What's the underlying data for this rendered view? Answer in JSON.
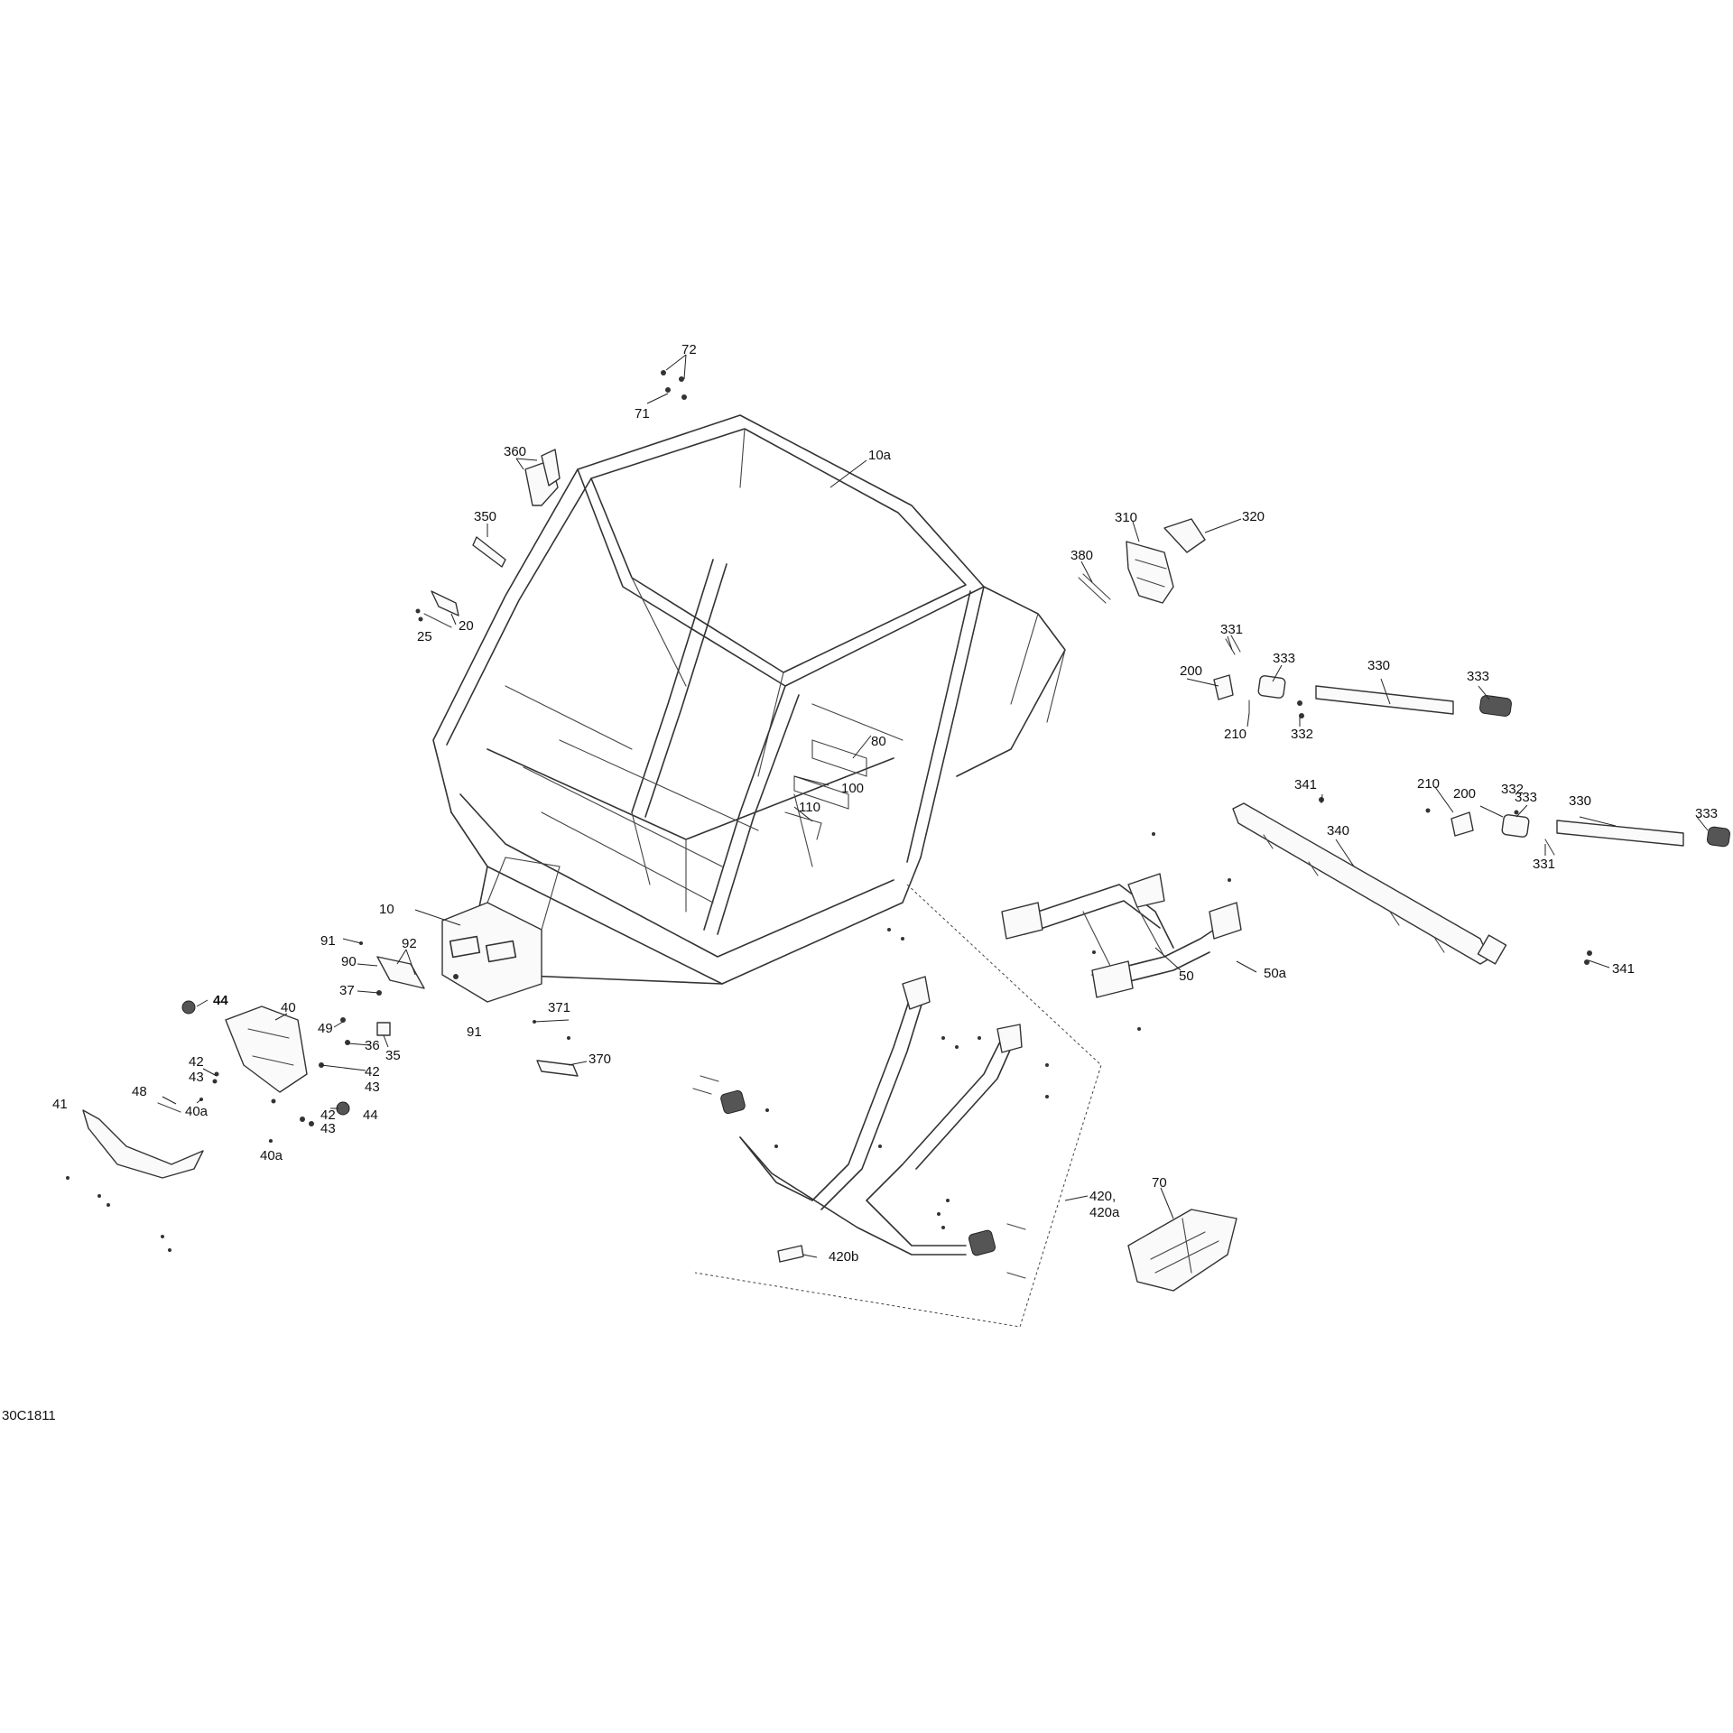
{
  "diagram": {
    "code": "30C1811",
    "callouts": [
      {
        "id": "c72",
        "text": "72"
      },
      {
        "id": "c71",
        "text": "71"
      },
      {
        "id": "c360",
        "text": "360"
      },
      {
        "id": "c10a",
        "text": "10a"
      },
      {
        "id": "c350",
        "text": "350"
      },
      {
        "id": "c310",
        "text": "310"
      },
      {
        "id": "c320",
        "text": "320"
      },
      {
        "id": "c380",
        "text": "380"
      },
      {
        "id": "c25",
        "text": "25"
      },
      {
        "id": "c20",
        "text": "20"
      },
      {
        "id": "c331a",
        "text": "331"
      },
      {
        "id": "c333a",
        "text": "333"
      },
      {
        "id": "c330a",
        "text": "330"
      },
      {
        "id": "c333b",
        "text": "333"
      },
      {
        "id": "c200a",
        "text": "200"
      },
      {
        "id": "c210a",
        "text": "210"
      },
      {
        "id": "c332a",
        "text": "332"
      },
      {
        "id": "c80",
        "text": "80"
      },
      {
        "id": "c100",
        "text": "100"
      },
      {
        "id": "c110",
        "text": "110"
      },
      {
        "id": "c341a",
        "text": "341"
      },
      {
        "id": "c340",
        "text": "340"
      },
      {
        "id": "c210b",
        "text": "210"
      },
      {
        "id": "c200b",
        "text": "200"
      },
      {
        "id": "c332b",
        "text": "332"
      },
      {
        "id": "c333c",
        "text": "333"
      },
      {
        "id": "c330b",
        "text": "330"
      },
      {
        "id": "c333d",
        "text": "333"
      },
      {
        "id": "c331b",
        "text": "331"
      },
      {
        "id": "c10",
        "text": "10"
      },
      {
        "id": "c91a",
        "text": "91"
      },
      {
        "id": "c92",
        "text": "92"
      },
      {
        "id": "c90",
        "text": "90"
      },
      {
        "id": "c37",
        "text": "37"
      },
      {
        "id": "c91b",
        "text": "91"
      },
      {
        "id": "c44a",
        "text": "44"
      },
      {
        "id": "c40",
        "text": "40"
      },
      {
        "id": "c49",
        "text": "49"
      },
      {
        "id": "c36",
        "text": "36"
      },
      {
        "id": "c35",
        "text": "35"
      },
      {
        "id": "c42a",
        "text": "42"
      },
      {
        "id": "c43a",
        "text": "43"
      },
      {
        "id": "c42b",
        "text": "42"
      },
      {
        "id": "c43b",
        "text": "43"
      },
      {
        "id": "c48",
        "text": "48"
      },
      {
        "id": "c40a1",
        "text": "40a"
      },
      {
        "id": "c41",
        "text": "41"
      },
      {
        "id": "c42c",
        "text": "42"
      },
      {
        "id": "c43c",
        "text": "43"
      },
      {
        "id": "c44b",
        "text": "44"
      },
      {
        "id": "c40a2",
        "text": "40a"
      },
      {
        "id": "c371",
        "text": "371"
      },
      {
        "id": "c370",
        "text": "370"
      },
      {
        "id": "c50",
        "text": "50"
      },
      {
        "id": "c50a",
        "text": "50a"
      },
      {
        "id": "c341b",
        "text": "341"
      },
      {
        "id": "c420",
        "text": "420,"
      },
      {
        "id": "c420a",
        "text": "420a"
      },
      {
        "id": "c420b",
        "text": "420b"
      },
      {
        "id": "c70",
        "text": "70"
      }
    ]
  }
}
